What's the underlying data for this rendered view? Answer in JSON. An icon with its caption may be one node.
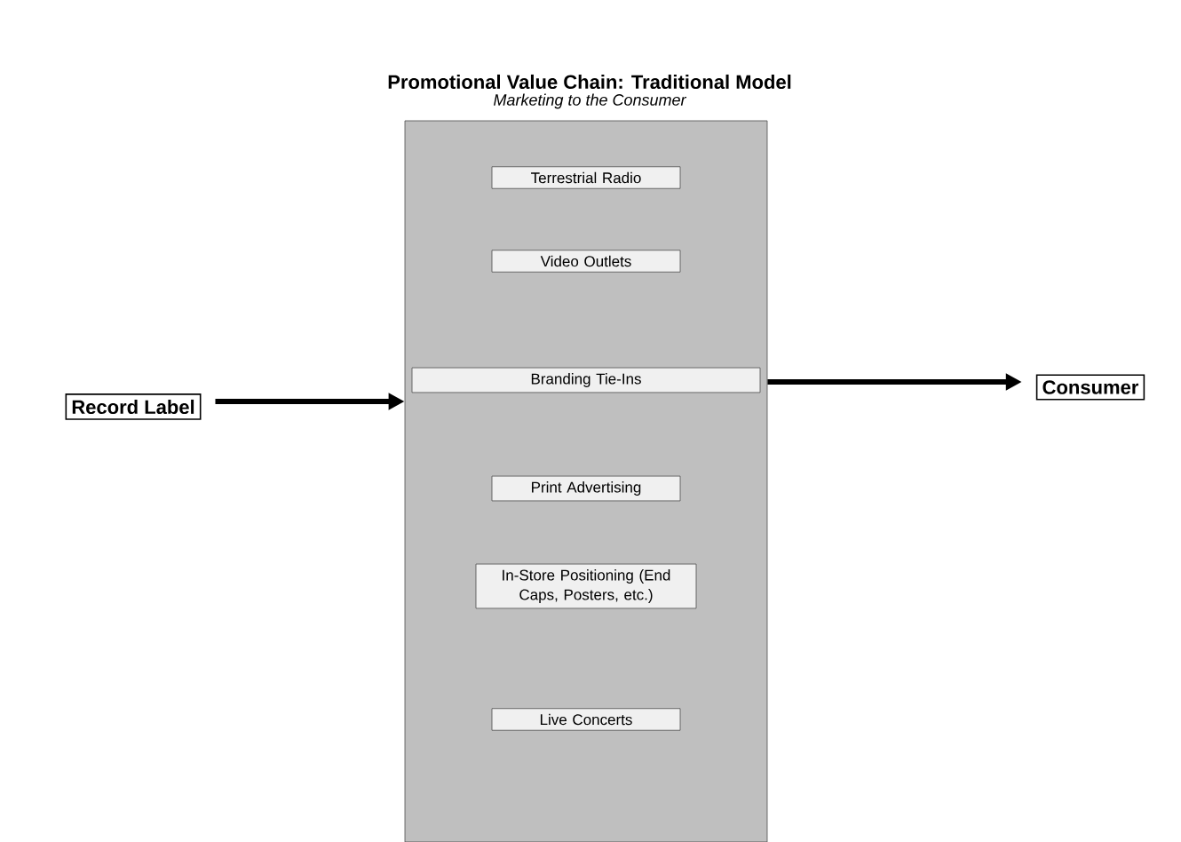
{
  "diagram": {
    "title": "Promotional Value Chain: Traditional Model",
    "caption": "Marketing to the Consumer",
    "nodes": [
      {
        "text": [
          "Record Label"
        ]
      },
      {
        "text": [],
        "shape": "box"
      },
      {
        "text": [
          "Terrestrial Radio"
        ],
        "in": 1
      },
      {
        "text": [
          "Video Outlets"
        ],
        "in": 1
      },
      {
        "text": [
          "Branding Tie-Ins"
        ],
        "in": 1
      },
      {
        "text": [
          "Print Advertising"
        ],
        "in": 1
      },
      {
        "text": [
          "In-Store Positioning (End Caps, Posters, etc.)"
        ],
        "in": 1
      },
      {
        "text": [
          "Live Concerts"
        ],
        "in": 1
      },
      {
        "text": [
          "Consumer"
        ]
      }
    ],
    "edges": [
      {
        "from": 0,
        "to": 1,
        "arrow": "to"
      },
      {
        "from": 1,
        "to": 8,
        "arrow": "to"
      }
    ]
  }
}
